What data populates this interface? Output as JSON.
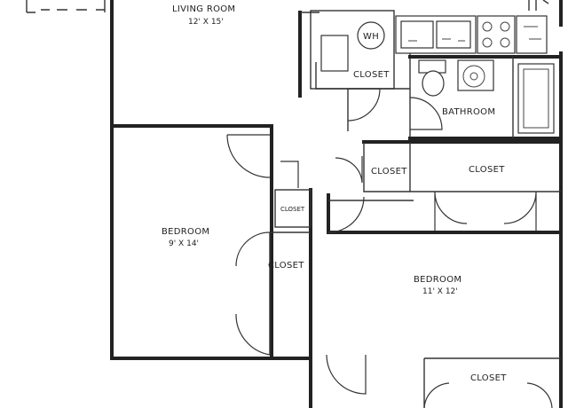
{
  "rooms": {
    "living": {
      "name": "LIVING ROOM",
      "size": "12' X 15'"
    },
    "bedroom_left": {
      "name": "BEDROOM",
      "size": "9' X 14'"
    },
    "bedroom_right": {
      "name": "BEDROOM",
      "size": "11' X 12'"
    },
    "bathroom": {
      "name": "BATHROOM"
    }
  },
  "closets": {
    "wh_closet": "CLOSET",
    "hall_closet": "CLOSET",
    "upper_right_closet": "CLOSET",
    "small_closet": "CLOSET",
    "left_bedroom_closet": "CLOSET",
    "bottom_closet": "CLOSET"
  },
  "fixtures": {
    "water_heater": "WH"
  }
}
